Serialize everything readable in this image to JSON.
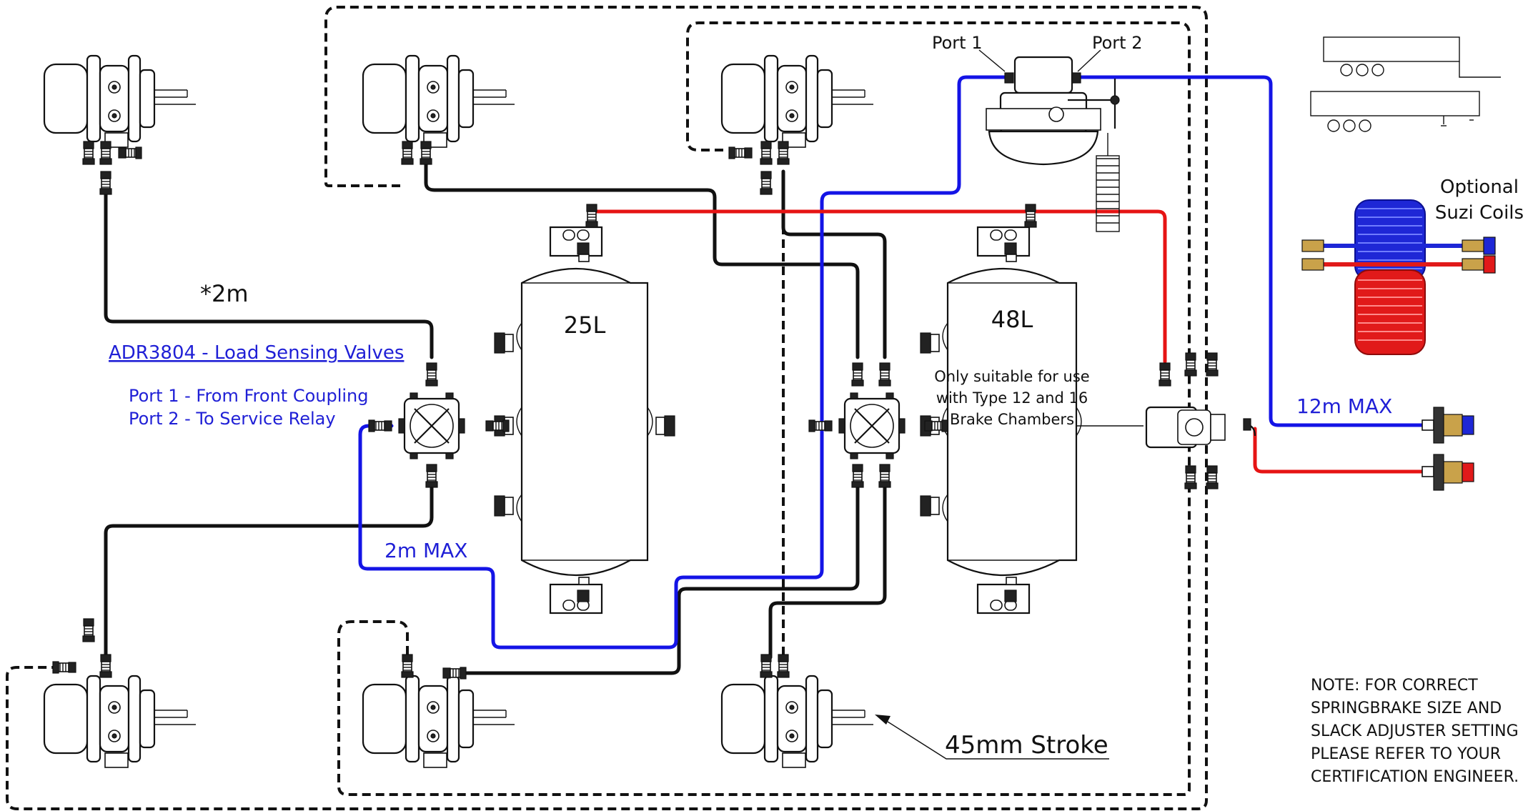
{
  "labels": {
    "tank_small": "25L",
    "tank_large": "48L",
    "tank_note": [
      "Only suitable for use",
      "with Type 12 and 16",
      "Brake Chambers"
    ],
    "valve_title": "ADR3804 - Load Sensing Valves",
    "port_notes": [
      "Port 1 - From Front Coupling",
      "Port 2 - To Service Relay"
    ],
    "port1": "Port 1",
    "port2": "Port 2",
    "length_2m": "*2m",
    "length_2m_max": "2m MAX",
    "length_12m_max": "12m MAX",
    "optional": [
      "Optional",
      "Suzi Coils"
    ],
    "stroke": "45mm Stroke",
    "note": [
      "NOTE:  FOR CORRECT",
      "SPRINGBRAKE SIZE AND",
      "SLACK ADJUSTER SETTING",
      "PLEASE REFER TO YOUR",
      "CERTIFICATION ENGINEER."
    ]
  },
  "colors": {
    "blue_line": "#1414e6",
    "red_line": "#e61414",
    "black_line": "#111111",
    "label_blue": "#1f1fd6"
  }
}
